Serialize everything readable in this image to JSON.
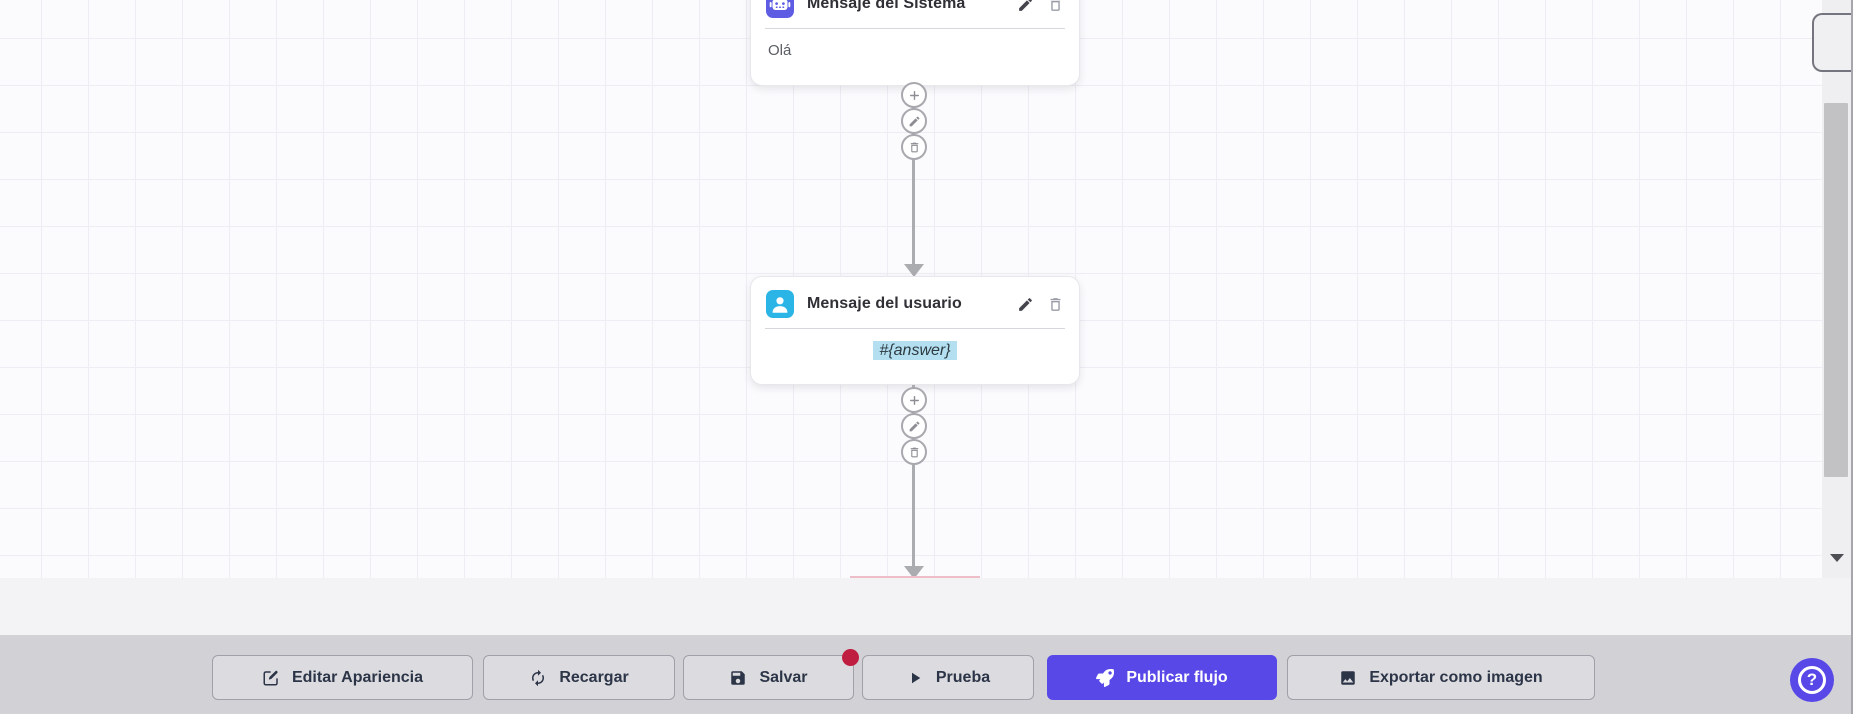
{
  "canvas": {
    "nodes": [
      {
        "title": "Mensaje del Sistema",
        "body": "Olá",
        "icon": "robot-icon",
        "icon_color": "#5f5ce4"
      },
      {
        "title": "Mensaje del usuario",
        "body": "#{answer}",
        "icon": "user-icon",
        "icon_color": "#2bb5e6",
        "body_highlighted": true
      }
    ],
    "node_action_icons": [
      "pencil-icon",
      "trash-icon"
    ],
    "connector_action_icons": [
      "plus-icon",
      "pencil-icon",
      "trash-icon"
    ]
  },
  "toolbar": {
    "buttons": [
      {
        "label": "Editar Apariencia",
        "icon": "edit-square-icon",
        "primary": false
      },
      {
        "label": "Recargar",
        "icon": "refresh-icon",
        "primary": false
      },
      {
        "label": "Salvar",
        "icon": "save-icon",
        "primary": false,
        "unsaved_badge": true
      },
      {
        "label": "Prueba",
        "icon": "play-icon",
        "primary": false
      },
      {
        "label": "Publicar flujo",
        "icon": "rocket-icon",
        "primary": true
      },
      {
        "label": "Exportar como imagen",
        "icon": "image-icon",
        "primary": false
      }
    ]
  },
  "help_button": {
    "glyph": "?"
  },
  "colors": {
    "accent": "#5848e8",
    "system_node_icon": "#5f5ce4",
    "user_node_icon": "#2bb5e6",
    "unsaved_badge": "#bf1e41",
    "answer_highlight": "#b3dff1",
    "arrow": "#abacb0"
  }
}
